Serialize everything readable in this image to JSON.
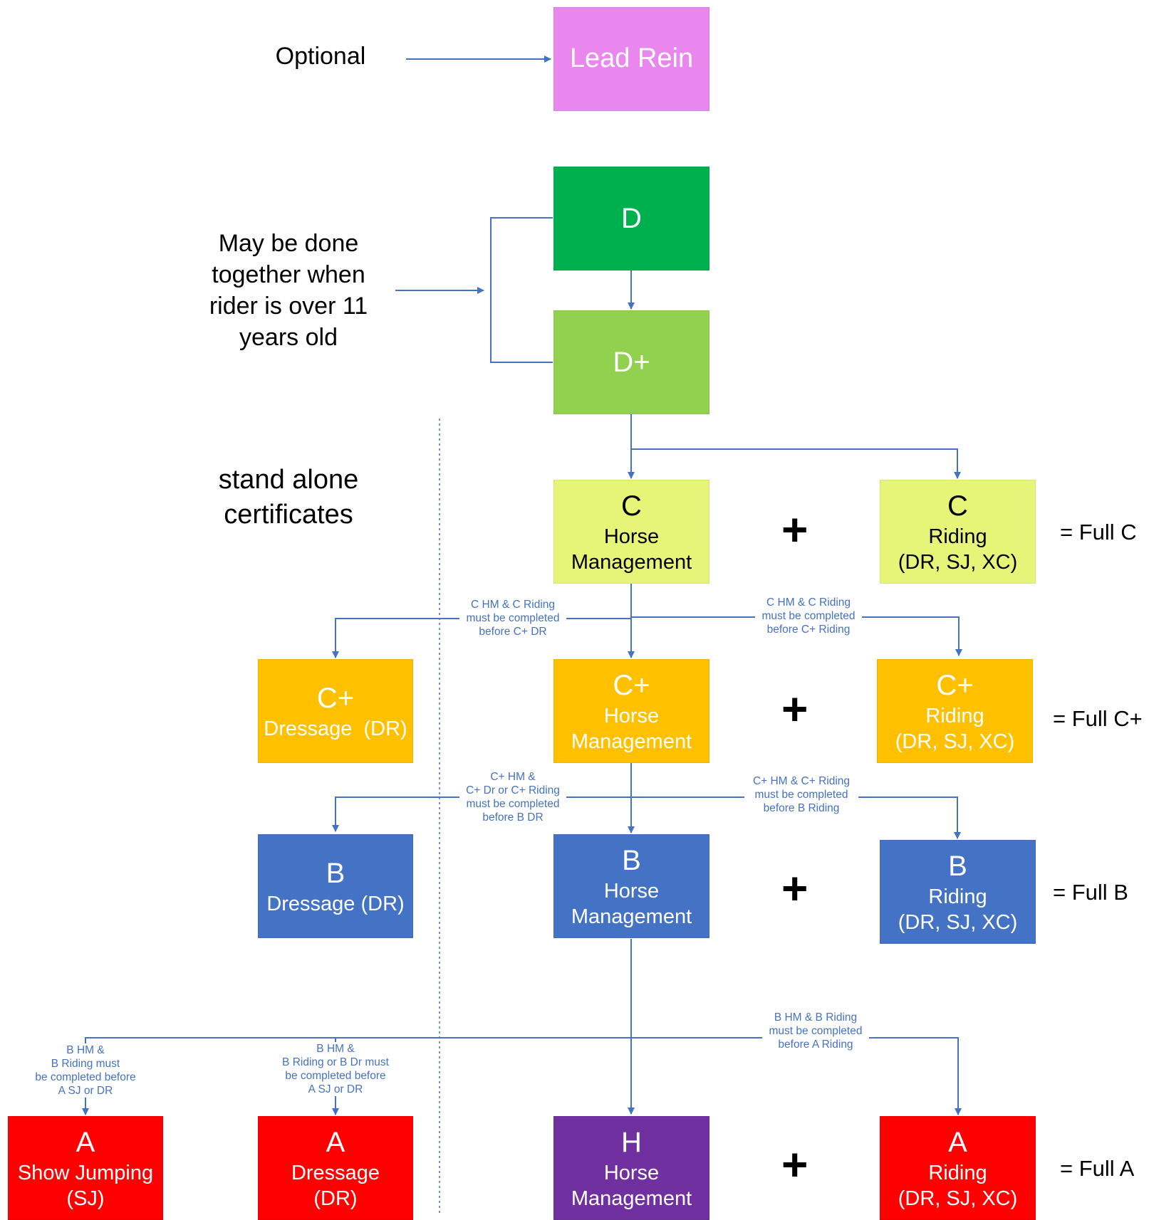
{
  "labels": {
    "optional": "Optional",
    "together": [
      "May be done",
      "together when",
      "rider is over 11",
      "years old"
    ],
    "standalone": [
      "stand alone",
      "certificates"
    ]
  },
  "boxes": {
    "lead_rein": {
      "lines": [
        "Lead Rein"
      ],
      "color": "#EA87EE",
      "text_color": "#ffffff"
    },
    "d": {
      "lines": [
        "D"
      ],
      "color": "#00B04F",
      "text_color": "#ffffff"
    },
    "d_plus": {
      "lines": [
        "D+"
      ],
      "color": "#92D050",
      "text_color": "#ffffff"
    },
    "c_hm": {
      "lines": [
        "C",
        "Horse",
        "Management"
      ],
      "color": "#E6F578",
      "text_color": "#000000"
    },
    "c_riding": {
      "lines": [
        "C",
        "Riding",
        "(DR, SJ, XC)"
      ],
      "color": "#E6F578",
      "text_color": "#000000"
    },
    "cplus_dr": {
      "lines": [
        "C+",
        "Dressage  (DR)"
      ],
      "color": "#FFC000",
      "text_color": "#ffffff"
    },
    "cplus_hm": {
      "lines": [
        "C+",
        "Horse",
        "Management"
      ],
      "color": "#FFC000",
      "text_color": "#ffffff"
    },
    "cplus_riding": {
      "lines": [
        "C+",
        "Riding",
        "(DR, SJ, XC)"
      ],
      "color": "#FFC000",
      "text_color": "#ffffff"
    },
    "b_dr": {
      "lines": [
        "B",
        "Dressage (DR)"
      ],
      "color": "#4472C4",
      "text_color": "#ffffff"
    },
    "b_hm": {
      "lines": [
        "B",
        "Horse",
        "Management"
      ],
      "color": "#4472C4",
      "text_color": "#ffffff"
    },
    "b_riding": {
      "lines": [
        "B",
        "Riding",
        "(DR, SJ, XC)"
      ],
      "color": "#4472C4",
      "text_color": "#ffffff"
    },
    "a_sj": {
      "lines": [
        "A",
        "Show Jumping",
        "(SJ)"
      ],
      "color": "#FF0000",
      "text_color": "#ffffff"
    },
    "a_dr": {
      "lines": [
        "A",
        "Dressage",
        "(DR)"
      ],
      "color": "#FF0000",
      "text_color": "#ffffff"
    },
    "h_hm": {
      "lines": [
        "H",
        "Horse",
        "Management"
      ],
      "color": "#7030A0",
      "text_color": "#ffffff"
    },
    "a_riding": {
      "lines": [
        "A",
        "Riding",
        "(DR, SJ, XC)"
      ],
      "color": "#FF0000",
      "text_color": "#ffffff"
    }
  },
  "plus_sign": "+",
  "full_labels": {
    "c": "= Full C",
    "cplus": "= Full C+",
    "b": "= Full B",
    "a": "= Full A"
  },
  "notes": {
    "c_dr": [
      "C HM & C Riding",
      "must be completed",
      "before C+ DR"
    ],
    "c_riding": [
      "C HM & C Riding",
      "must be completed",
      "before C+ Riding"
    ],
    "cplus_dr": [
      "C+ HM &",
      "C+ Dr or C+ Riding",
      "must be completed",
      "before B DR"
    ],
    "cplus_riding": [
      "C+ HM & C+ Riding",
      "must be completed",
      "before B Riding"
    ],
    "b_sj": [
      "B HM &",
      "B Riding must",
      "be completed before",
      "A SJ or DR"
    ],
    "b_dr": [
      "B HM &",
      "B Riding or B Dr must",
      "be completed before",
      "A SJ or DR"
    ],
    "b_riding": [
      "B HM & B Riding",
      "must be completed",
      "before A Riding"
    ]
  },
  "line_color": "#4472C4"
}
